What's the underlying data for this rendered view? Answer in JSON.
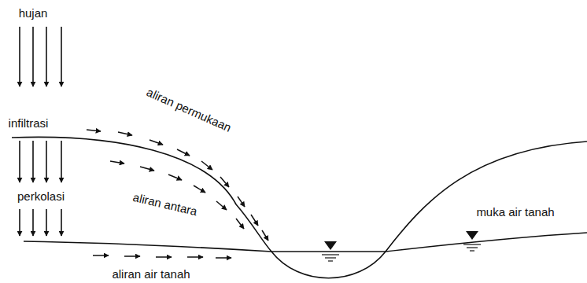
{
  "diagram": {
    "labels": [
      "hujan",
      "infiltrasi",
      "perkolasi",
      "aliran permukaan",
      "aliran antara",
      "aliran air tanah",
      "muka air tanah"
    ]
  }
}
